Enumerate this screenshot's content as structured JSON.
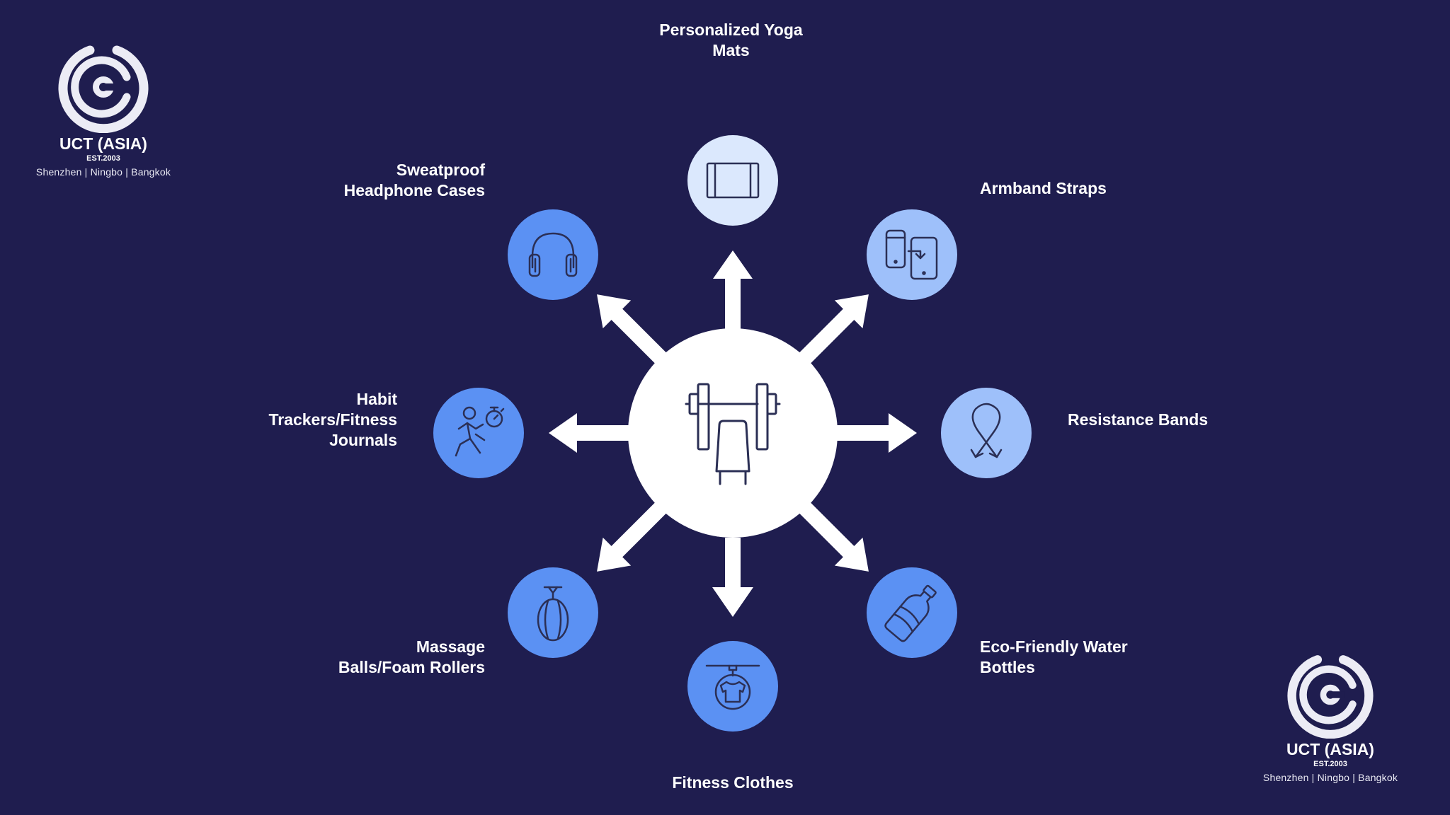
{
  "colors": {
    "background": "#1f1d4f",
    "hub": "#ffffff",
    "arrow": "#ffffff",
    "node_light": "#dbe8fd",
    "node_mid": "#9ec0fa",
    "node_strong": "#5b91f3",
    "icon_stroke": "#2b2f55"
  },
  "hub": {
    "icon": "bench-press-icon"
  },
  "nodes": [
    {
      "id": "yoga",
      "label": "Personalized Yoga\nMats",
      "icon": "yoga-mat-icon",
      "color": "light"
    },
    {
      "id": "armband",
      "label": "Armband Straps",
      "icon": "phone-armband-icon",
      "color": "mid"
    },
    {
      "id": "bands",
      "label": "Resistance Bands",
      "icon": "ribbon-icon",
      "color": "mid"
    },
    {
      "id": "bottles",
      "label": "Eco-Friendly Water\nBottles",
      "icon": "water-bottle-icon",
      "color": "strong"
    },
    {
      "id": "clothes",
      "label": "Fitness Clothes",
      "icon": "shirt-hanger-icon",
      "color": "strong"
    },
    {
      "id": "massage",
      "label": "Massage\nBalls/Foam Rollers",
      "icon": "punching-bag-icon",
      "color": "strong"
    },
    {
      "id": "habit",
      "label": "Habit\nTrackers/Fitness\nJournals",
      "icon": "runner-stopwatch-icon",
      "color": "strong"
    },
    {
      "id": "headphone",
      "label": "Sweatproof\nHeadphone Cases",
      "icon": "headphones-icon",
      "color": "strong"
    }
  ],
  "logos": [
    {
      "brand": "UCT (ASIA)",
      "est": "EST.2003",
      "cities": "Shenzhen | Ningbo | Bangkok"
    },
    {
      "brand": "UCT (ASIA)",
      "est": "EST.2003",
      "cities": "Shenzhen | Ningbo | Bangkok"
    }
  ]
}
